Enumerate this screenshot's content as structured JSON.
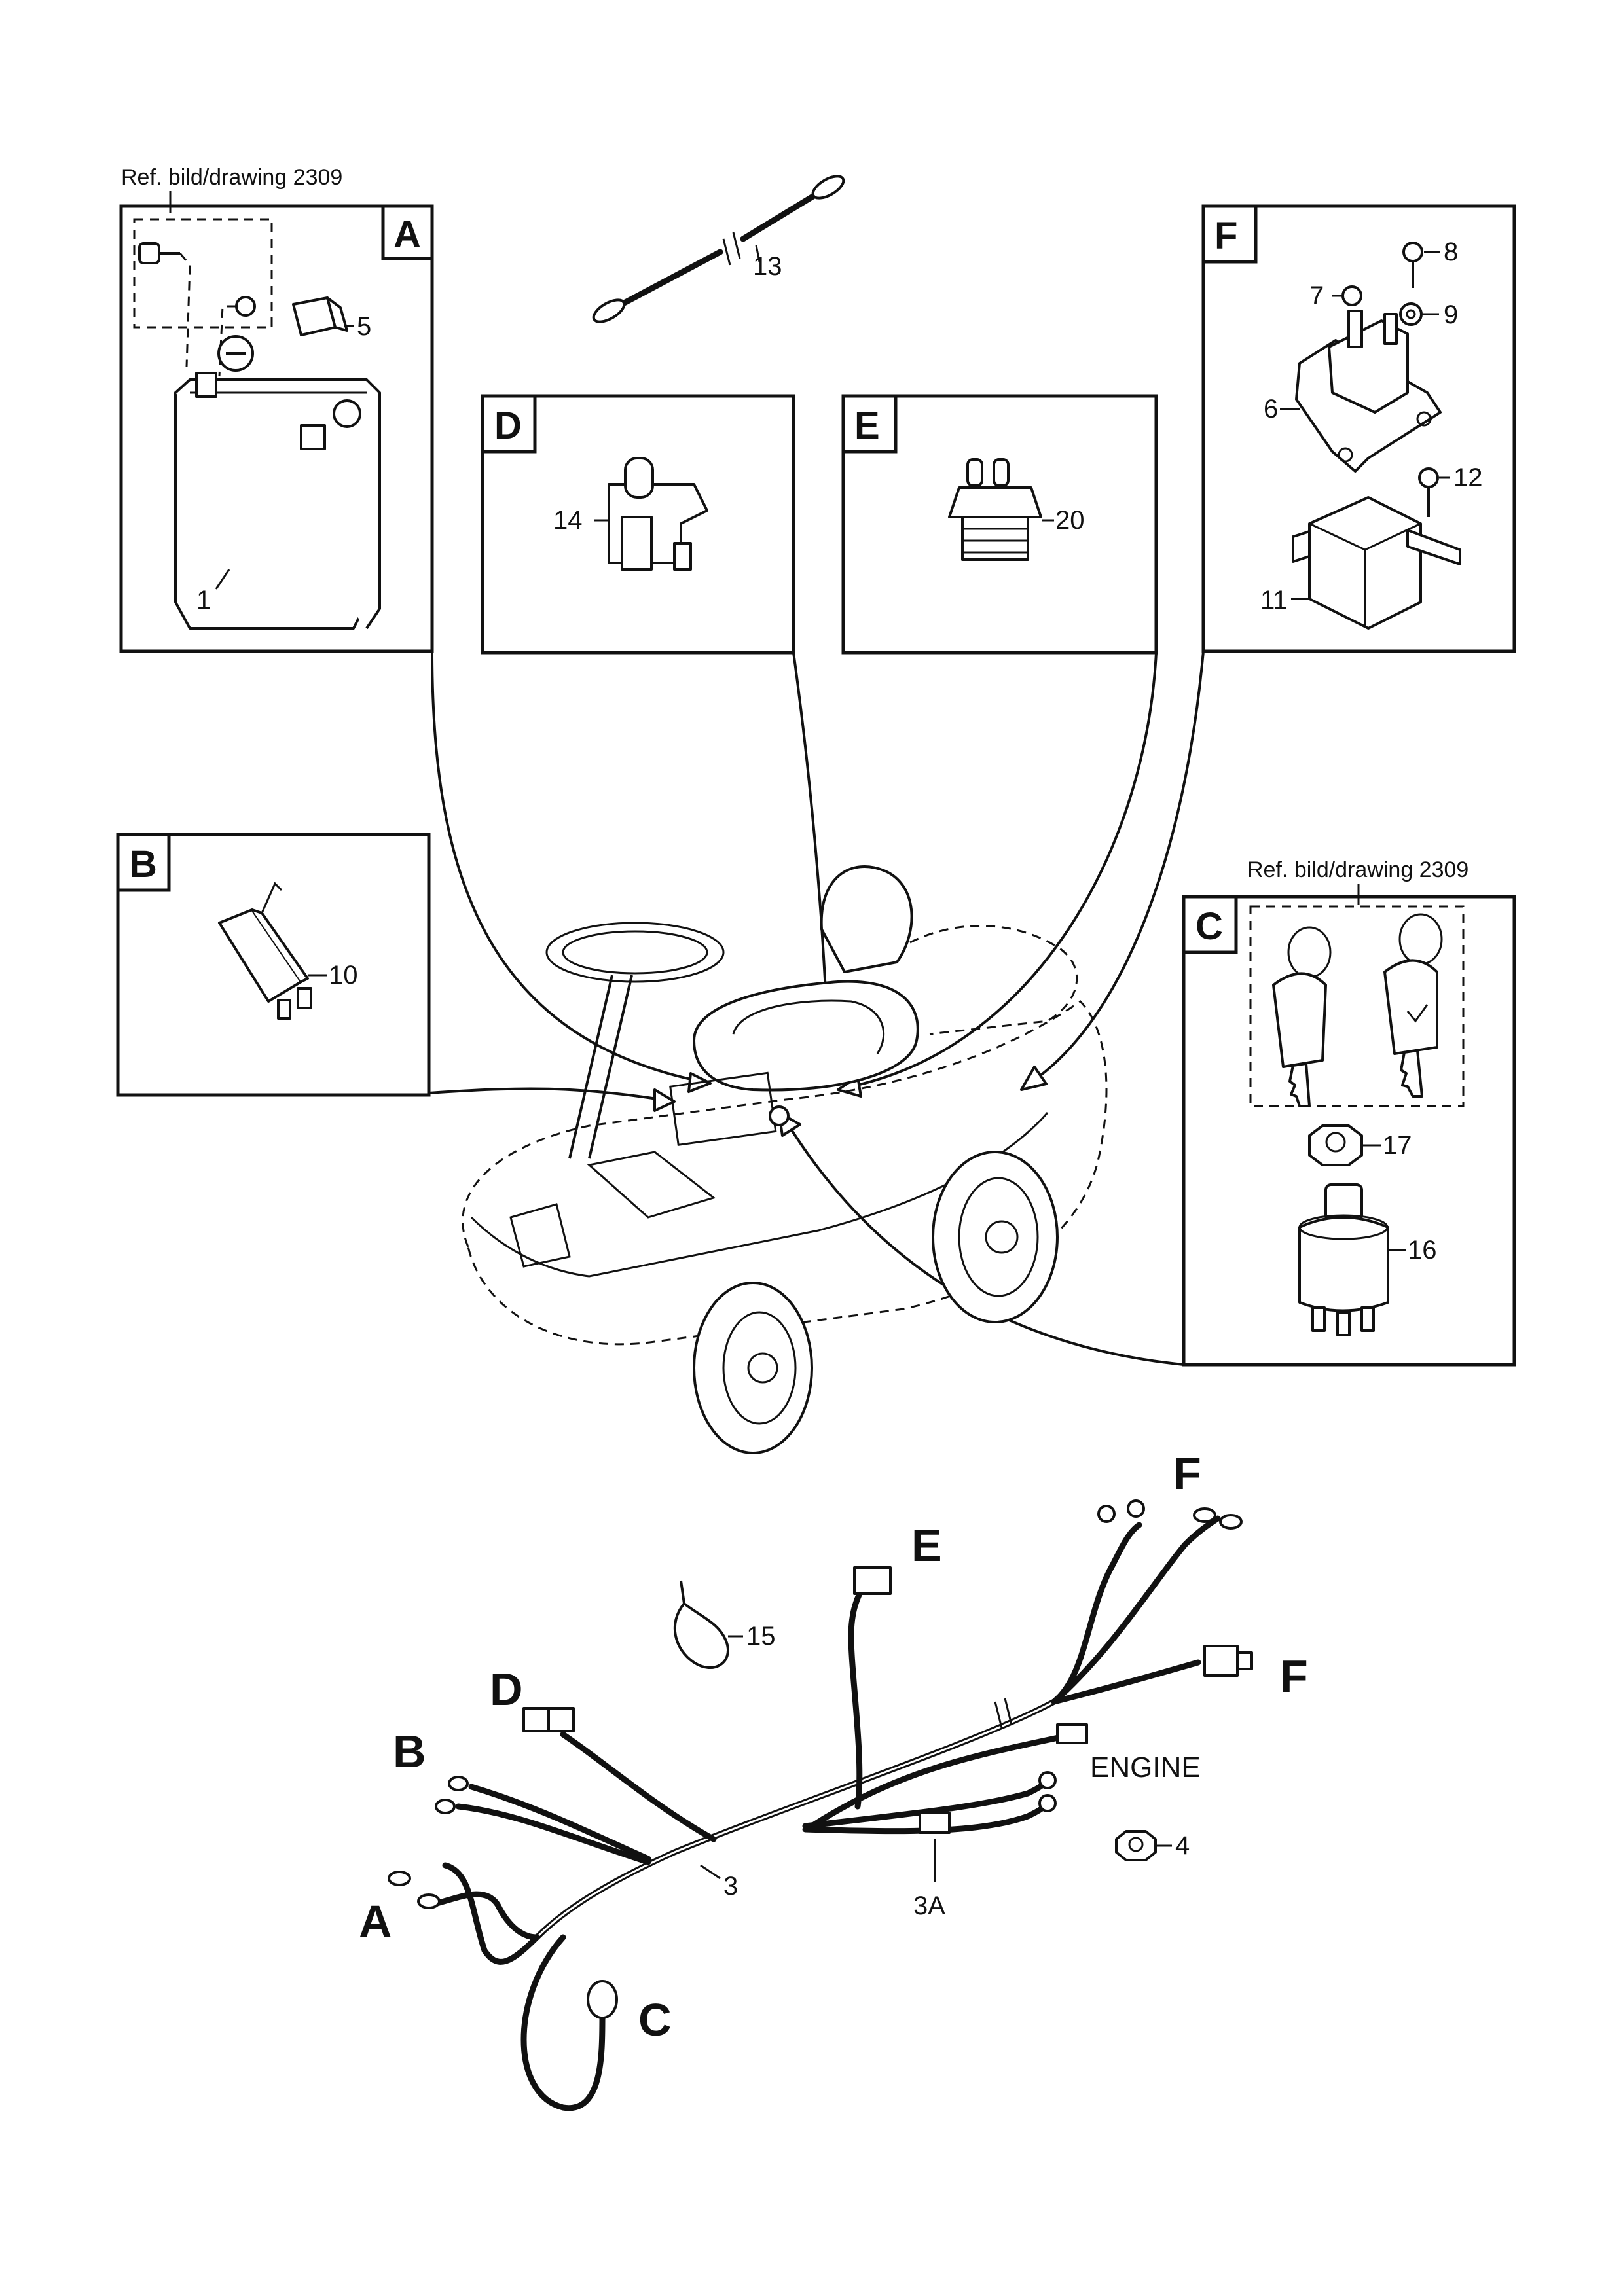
{
  "references": {
    "ref_a": "Ref. bild/drawing 2309",
    "ref_c": "Ref. bild/drawing 2309"
  },
  "sections": {
    "a": "A",
    "b": "B",
    "c": "C",
    "d": "D",
    "e": "E",
    "f": "F"
  },
  "parts": {
    "p1": "1",
    "p3": "3",
    "p3a": "3A",
    "p4": "4",
    "p5": "5",
    "p6": "6",
    "p7": "7",
    "p8": "8",
    "p9": "9",
    "p10": "10",
    "p11": "11",
    "p12": "12",
    "p13": "13",
    "p14": "14",
    "p15": "15",
    "p16": "16",
    "p17": "17",
    "p20": "20"
  },
  "harness": {
    "a": "A",
    "b": "B",
    "c": "C",
    "d": "D",
    "e": "E",
    "f_top": "F",
    "f_right": "F",
    "engine": "ENGINE"
  }
}
